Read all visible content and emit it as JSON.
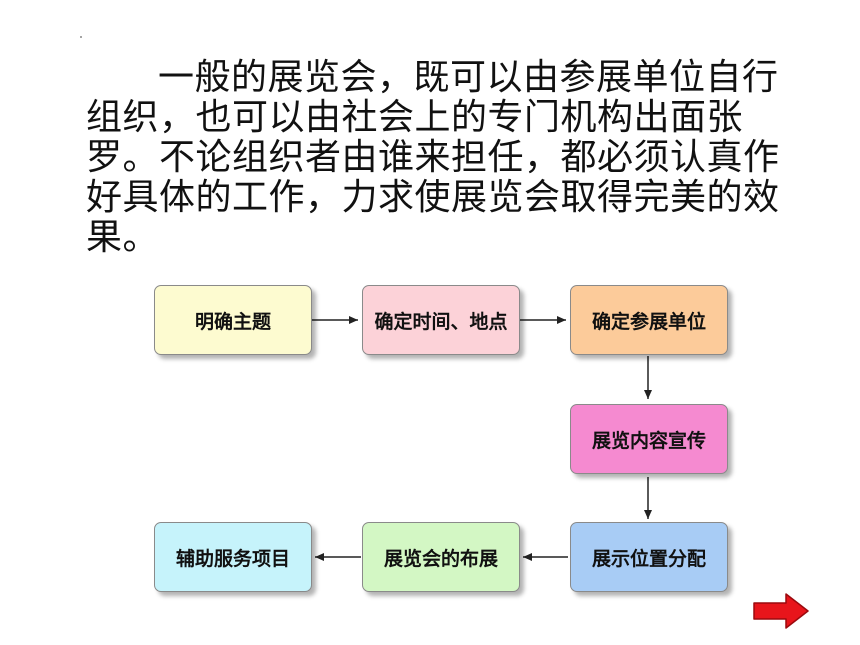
{
  "paragraph": "一般的展览会，既可以由参展单位自行组织，也可以由社会上的专门机构出面张罗。不论组织者由谁来担任，都必须认真作好具体的工作，力求使展览会取得完美的效果。",
  "flow": {
    "steps": [
      {
        "id": "step1",
        "label": "明确主题",
        "color": "#fdfbd0"
      },
      {
        "id": "step2",
        "label": "确定时间、地点",
        "color": "#fcd2d8"
      },
      {
        "id": "step3",
        "label": "确定参展单位",
        "color": "#fccb9a"
      },
      {
        "id": "step4",
        "label": "展览内容宣传",
        "color": "#f58ad0"
      },
      {
        "id": "step5",
        "label": "展示位置分配",
        "color": "#a8ccf5"
      },
      {
        "id": "step6",
        "label": "展览会的布展",
        "color": "#d3f7c4"
      },
      {
        "id": "step7",
        "label": "辅助服务项目",
        "color": "#c6f3fb"
      }
    ]
  },
  "nav": {
    "next_icon": "red-right-arrow-icon",
    "color": "#e8151b"
  }
}
